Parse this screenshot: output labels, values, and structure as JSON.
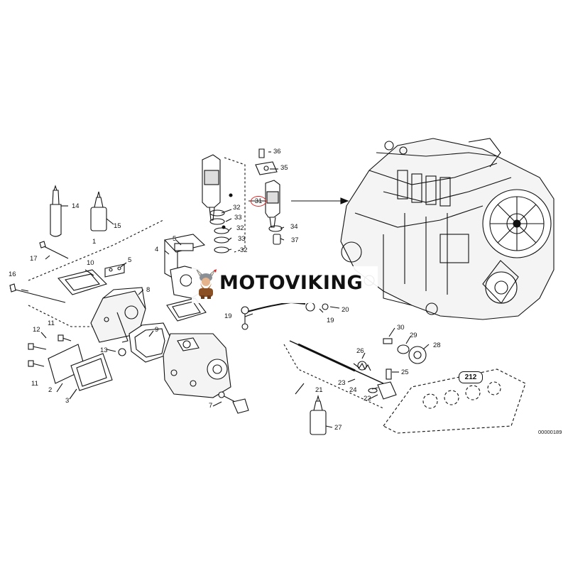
{
  "watermark": {
    "brand": "MOTOVIKING"
  },
  "figure_ref": "00000189",
  "callouts": {
    "c1": "1",
    "c2": "2",
    "c3": "3",
    "c4": "4",
    "c5a": "5",
    "c5b": "5",
    "c7": "7",
    "c8": "8",
    "c9": "9",
    "c10": "10",
    "c11a": "11",
    "c11b": "11",
    "c12": "12",
    "c13": "13",
    "c14": "14",
    "c15": "15",
    "c16": "16",
    "c17": "17",
    "c19a": "19",
    "c19b": "19",
    "c20": "20",
    "c21": "21",
    "c22": "22",
    "c23": "23",
    "c24": "24",
    "c25": "25",
    "c26": "26",
    "c27": "27",
    "c28": "28",
    "c29": "29",
    "c30": "30",
    "c31": "31",
    "c32a": "32",
    "c32b": "32",
    "c32c": "32",
    "c33a": "33",
    "c33b": "33",
    "c34": "34",
    "c35": "35",
    "c36": "36",
    "c37": "37",
    "c212": "212"
  },
  "colors": {
    "line": "#111111",
    "highlight": "#d22222"
  }
}
